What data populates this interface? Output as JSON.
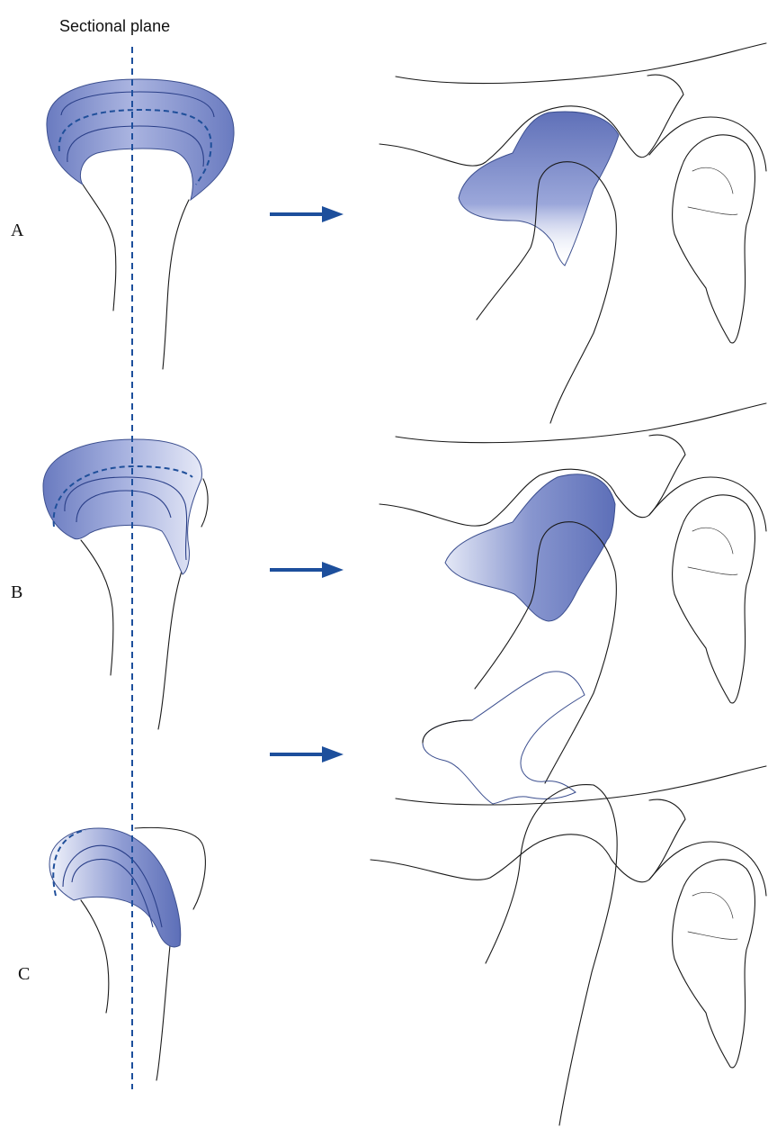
{
  "figure": {
    "sectional_plane_label": "Sectional plane",
    "panels": [
      {
        "label": "A"
      },
      {
        "label": "B"
      },
      {
        "label": "C"
      }
    ]
  },
  "colors": {
    "disc_fill_dark": "#6a7bc0",
    "disc_fill_light": "#eef0fa",
    "plane_and_arrow": "#1d4f9c",
    "outline": "#1a1a1a"
  }
}
